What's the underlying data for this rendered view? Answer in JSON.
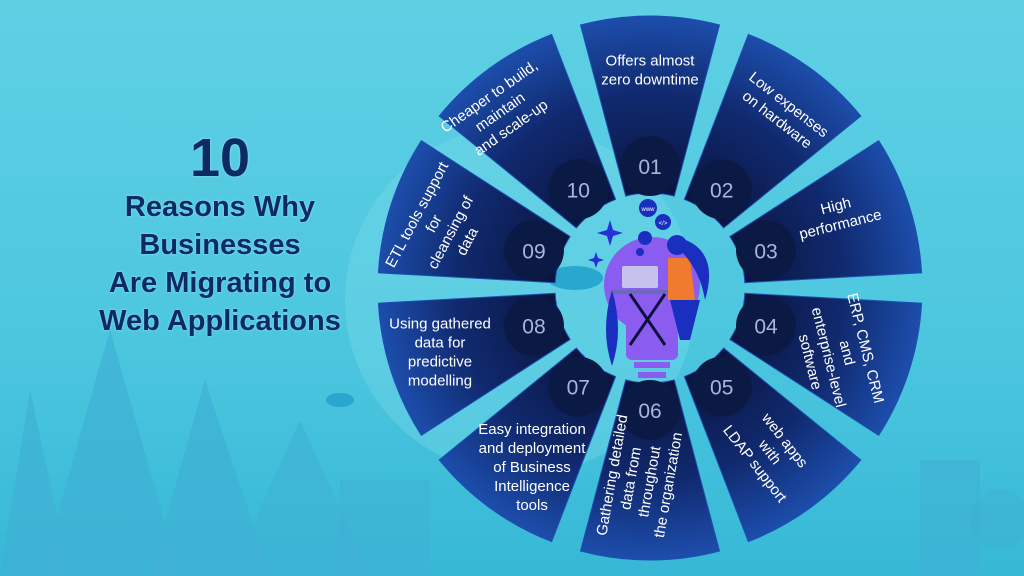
{
  "title": {
    "number": "10",
    "lines": [
      "Reasons Why",
      "Businesses",
      "Are Migrating to",
      "Web Applications"
    ]
  },
  "colors": {
    "background": "#4cc6df",
    "title": "#0d2a63",
    "segment_dark": "#0b1a45",
    "segment_light": "#1c4fb0",
    "illustration": "#8b5cf0"
  },
  "reasons": [
    {
      "number": "01",
      "lines": [
        "Offers almost",
        "zero downtime"
      ]
    },
    {
      "number": "02",
      "lines": [
        "Low expenses",
        "on hardware"
      ]
    },
    {
      "number": "03",
      "lines": [
        "High",
        "performance"
      ]
    },
    {
      "number": "04",
      "lines": [
        "ERP, CMS, CRM",
        "and",
        "enterprise-level",
        "software"
      ]
    },
    {
      "number": "05",
      "lines": [
        "web apps",
        "with",
        "LDAP support"
      ]
    },
    {
      "number": "06",
      "lines": [
        "Gathering detailed",
        "data from",
        "throughout",
        "the organization"
      ]
    },
    {
      "number": "07",
      "lines": [
        "Easy integration",
        "and deployment",
        "of Business",
        "Intelligence",
        "tools"
      ]
    },
    {
      "number": "08",
      "lines": [
        "Using gathered",
        "data for",
        "predictive",
        "modelling"
      ]
    },
    {
      "number": "09",
      "lines": [
        "ETL tools support",
        "for",
        "cleansing of",
        "data"
      ]
    },
    {
      "number": "10",
      "lines": [
        "Cheaper to build,",
        "maintain",
        "and scale-up"
      ]
    }
  ],
  "illustration": {
    "icon": "lightbulb-woman-laptop-icon",
    "bubbles": [
      "www",
      "</>"
    ]
  }
}
